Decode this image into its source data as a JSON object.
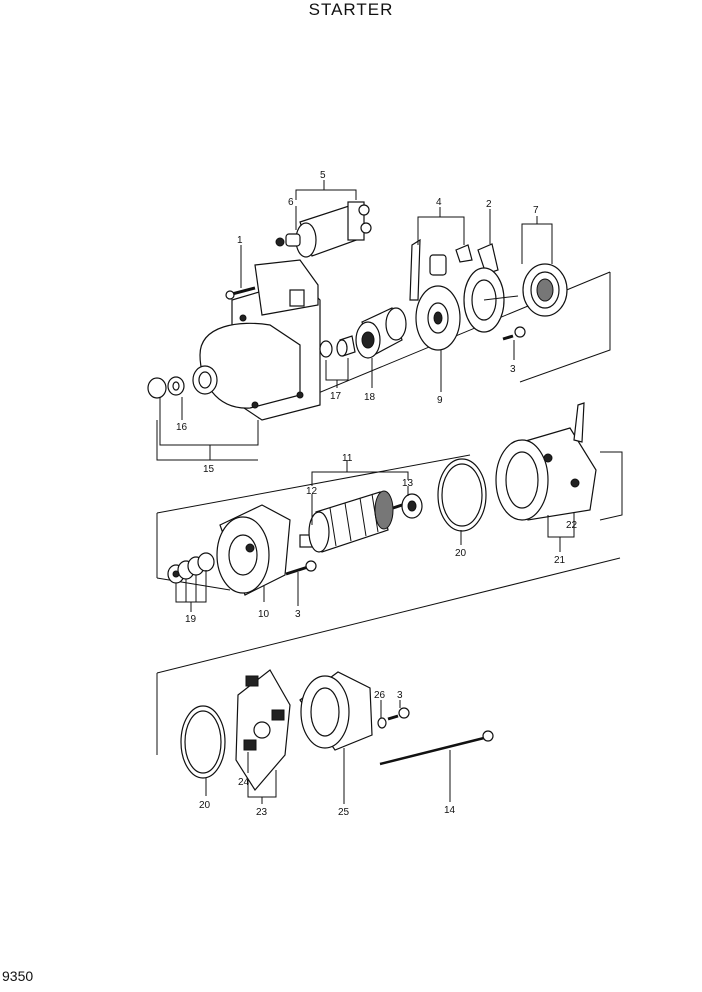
{
  "title": "STARTER",
  "page_code": "9350",
  "callouts": {
    "c1": "1",
    "c2": "2",
    "c3": "3",
    "c4": "4",
    "c5": "5",
    "c6": "6",
    "c7": "7",
    "c9": "9",
    "c10": "10",
    "c11": "11",
    "c12": "12",
    "c13": "13",
    "c14": "14",
    "c15": "15",
    "c16": "16",
    "c17": "17",
    "c18": "18",
    "c19": "19",
    "c20": "20",
    "c21": "21",
    "c22": "22",
    "c23": "23",
    "c24": "24",
    "c25": "25",
    "c26": "26"
  }
}
